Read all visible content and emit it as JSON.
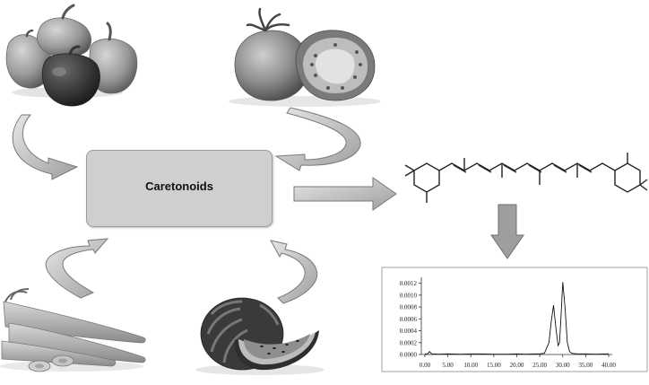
{
  "center_box": {
    "label": "Caretonoids"
  },
  "sources": [
    {
      "name": "bell-peppers-icon"
    },
    {
      "name": "tomato-icon"
    },
    {
      "name": "carrots-icon"
    },
    {
      "name": "watermelon-icon"
    }
  ],
  "chart_data": {
    "type": "line",
    "x_ticks": [
      "0.00",
      "5.00",
      "10.00",
      "15.00",
      "20.00",
      "25.00",
      "30.00",
      "35.00",
      "40.00"
    ],
    "y_ticks": [
      "0.0000",
      "0.0002",
      "0.0004",
      "0.0006",
      "0.0008",
      "0.0010",
      "0.0012"
    ],
    "xlim": [
      0,
      40
    ],
    "ylim": [
      0,
      0.0013
    ],
    "series": [
      {
        "x": [
          0,
          0.6,
          1.0,
          1.5,
          3,
          5,
          8,
          10,
          12,
          15,
          18,
          20,
          22,
          24,
          25,
          26,
          27,
          27.5,
          28,
          28.5,
          29,
          29.3,
          29.6,
          30,
          30.5,
          31,
          31.5,
          32,
          33,
          35,
          37,
          40
        ],
        "y": [
          1e-05,
          1e-05,
          5e-05,
          1e-05,
          5e-06,
          1e-05,
          5e-06,
          1e-05,
          1e-05,
          5e-06,
          5e-06,
          1e-05,
          5e-06,
          1e-05,
          1e-05,
          2e-05,
          0.0002,
          0.00055,
          0.00083,
          0.00045,
          0.00015,
          0.0002,
          0.0006,
          0.00122,
          0.0008,
          0.0002,
          5e-05,
          2e-05,
          1e-05,
          1e-05,
          5e-06,
          1e-05
        ]
      }
    ]
  }
}
